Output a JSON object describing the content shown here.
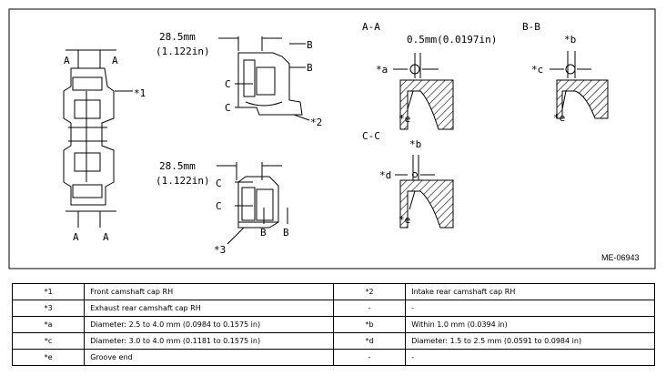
{
  "figure": {
    "code": "ME-06943",
    "dim_top": "28.5mm",
    "dim_top_in": "(1.122in)",
    "dim_mid": "28.5mm",
    "dim_mid_in": "(1.122in)",
    "clearance": "0.5mm(0.0197in)",
    "sections": {
      "aa": "A-A",
      "bb": "B-B",
      "cc": "C-C"
    },
    "letters": {
      "a": "A",
      "b": "B",
      "c": "C"
    },
    "callouts": {
      "p1": "*1",
      "p2": "*2",
      "p3": "*3",
      "a": "*a",
      "b": "*b",
      "c": "*c",
      "d": "*d",
      "e": "*e"
    }
  },
  "legend": [
    [
      "*1",
      "Front camshaft cap RH",
      "*2",
      "Intake rear camshaft cap RH"
    ],
    [
      "*3",
      "Exhaust rear camshaft cap RH",
      "-",
      "-"
    ],
    [
      "*a",
      "Diameter: 2.5 to 4.0 mm (0.0984 to 0.1575 in)",
      "*b",
      "Within 1.0 mm (0.0394 in)"
    ],
    [
      "*c",
      "Diameter: 3.0 to 4.0 mm (0.1181 to 0.1575 in)",
      "*d",
      "Diameter: 1.5 to 2.5 mm (0.0591 to 0.0984 in)"
    ],
    [
      "*e",
      "Groove end",
      "-",
      "-"
    ]
  ]
}
